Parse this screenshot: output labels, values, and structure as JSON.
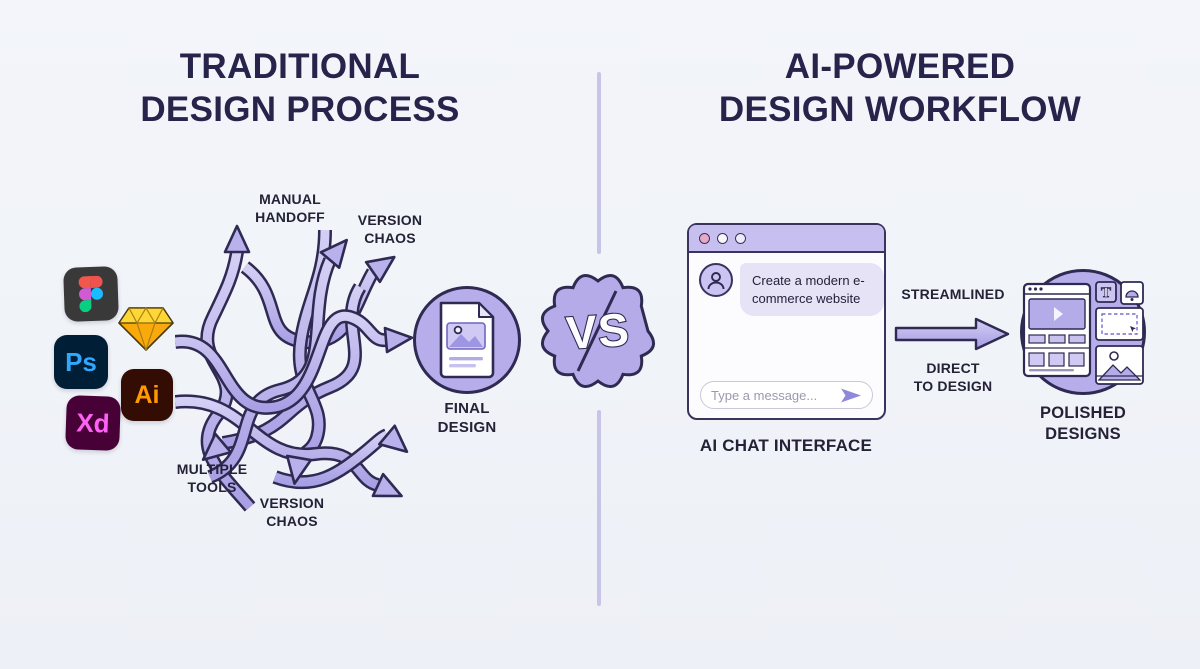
{
  "left": {
    "title": [
      "TRADITIONAL",
      "DESIGN PROCESS"
    ],
    "tools": {
      "figma": "Figma",
      "sketch": "Sketch",
      "photoshop": "Ps",
      "illustrator": "Ai",
      "xd": "Xd"
    },
    "label_manual_handoff": [
      "MANUAL",
      "HANDOFF"
    ],
    "label_version_chaos_top": [
      "VERSION",
      "CHAOS"
    ],
    "label_multiple_tools": [
      "MULTIPLE",
      "TOOLS"
    ],
    "label_version_chaos_bottom": [
      "VERSION",
      "CHAOS"
    ],
    "final_design": [
      "FINAL",
      "DESIGN"
    ]
  },
  "center": {
    "vs": "VS"
  },
  "right": {
    "title": [
      "AI-POWERED",
      "DESIGN WORKFLOW"
    ],
    "chat": {
      "message": "Create a modern e-commerce website",
      "input_placeholder": "Type a message...",
      "label": "AI CHAT INTERFACE"
    },
    "flow": {
      "top_label": "STREAMLINED",
      "bottom_label": [
        "DIRECT",
        "TO DESIGN"
      ]
    },
    "mockup": {
      "text_tool": "T"
    },
    "polished": [
      "POLISHED",
      "DESIGNS"
    ]
  },
  "colors": {
    "background": "#f1f4f9",
    "ink": "#27234a",
    "lavender": "#b6adea",
    "lavender_light": "#cfc9f3",
    "outline": "#2e2a52",
    "send_accent": "#9089d9",
    "ps_blue": "#31a8ff",
    "ai_orange": "#ff9a00",
    "xd_pink": "#ff61f6"
  }
}
